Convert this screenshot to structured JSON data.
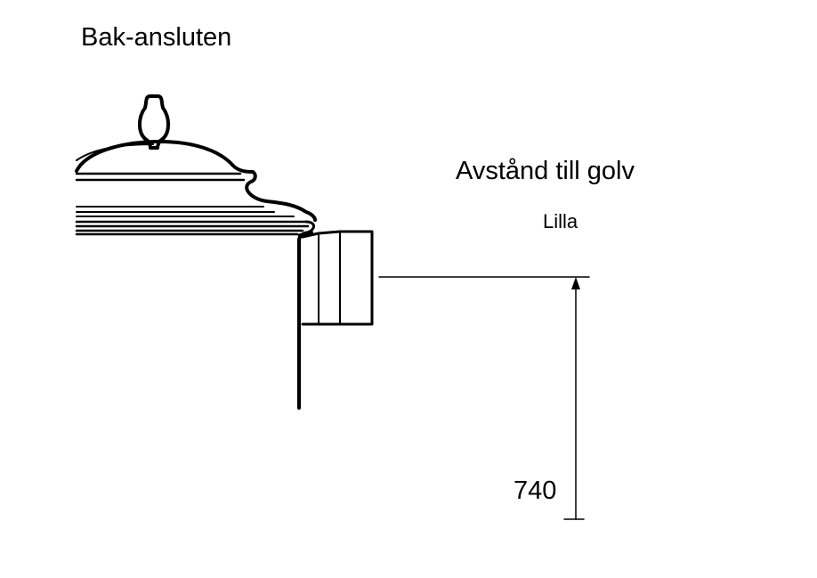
{
  "diagram": {
    "title": "Bak-ansluten",
    "heading": "Avstånd till golv",
    "subheading": "Lilla",
    "dimension_value": "740"
  }
}
